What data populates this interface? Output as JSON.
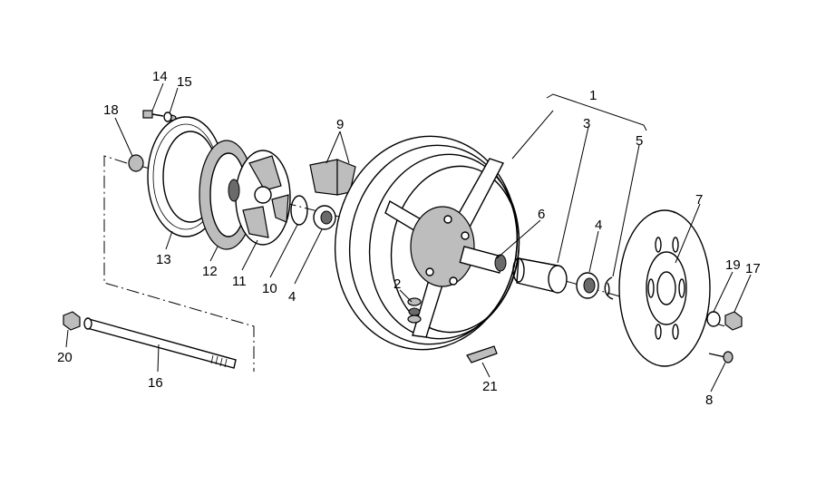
{
  "labels": {
    "l1": "1",
    "l2": "2",
    "l3": "3",
    "l4a": "4",
    "l4b": "4",
    "l5": "5",
    "l6": "6",
    "l7": "7",
    "l8": "8",
    "l9": "9",
    "l10": "10",
    "l11": "11",
    "l12": "12",
    "l13": "13",
    "l14": "14",
    "l15": "15",
    "l16": "16",
    "l17": "17",
    "l18": "18",
    "l19": "19",
    "l20": "20",
    "l21": "21"
  }
}
